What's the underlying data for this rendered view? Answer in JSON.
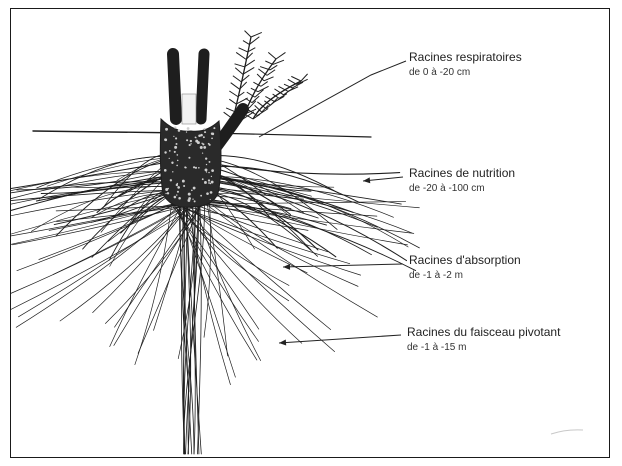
{
  "labels": [
    {
      "title": "Racines respiratoires",
      "range": "de 0 à -20 cm"
    },
    {
      "title": "Racines de nutrition",
      "range": "de -20 à -100 cm"
    },
    {
      "title": "Racines d'absorption",
      "range": "de -1 à -2 m"
    },
    {
      "title": "Racines du faisceau pivotant",
      "range": "de -1 à -15 m"
    }
  ],
  "colors": {
    "ink": "#1e1e1e",
    "border": "#1a1a1a",
    "background": "#ffffff"
  }
}
